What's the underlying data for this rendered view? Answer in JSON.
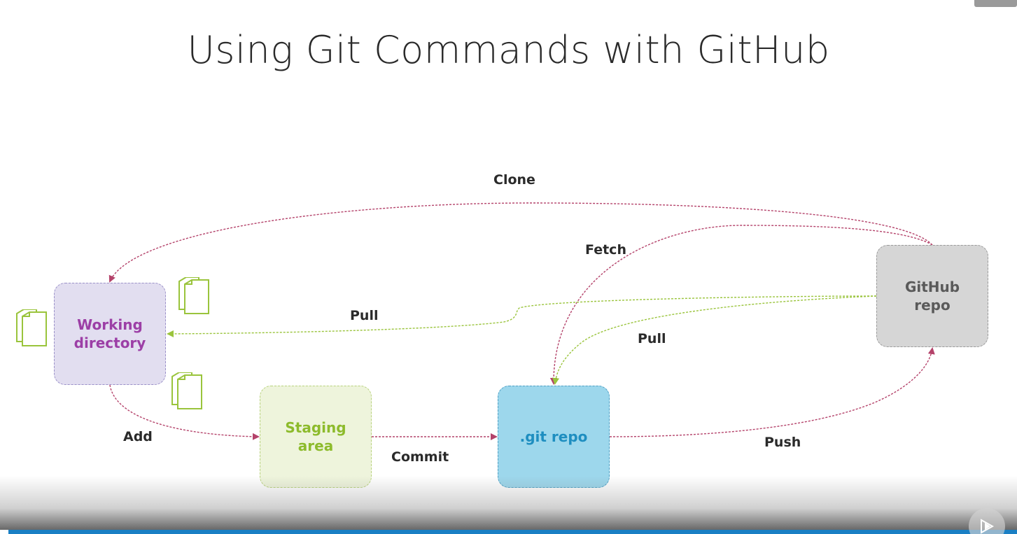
{
  "slide": {
    "title": "Using Git Commands with GitHub"
  },
  "nodes": {
    "working_directory": "Working directory",
    "staging_area": "Staging area",
    "git_repo": ".git repo",
    "github_repo": "GitHub repo"
  },
  "edges": {
    "clone": "Clone",
    "fetch": "Fetch",
    "pull_to_working": "Pull",
    "pull_to_repo": "Pull",
    "add": "Add",
    "commit": "Commit",
    "push": "Push"
  },
  "colors": {
    "working_directory_fill": "#e2def0",
    "working_directory_text": "#9c3fa6",
    "staging_area_fill": "#eef4dc",
    "staging_area_text": "#8dbb2c",
    "git_repo_fill": "#9dd7ec",
    "git_repo_text": "#1e8ec0",
    "github_repo_fill": "#d6d6d6",
    "github_repo_text": "#5a5a5a",
    "local_arrow": "#b4426a",
    "pull_arrow": "#9ac43c",
    "progress": "#1a7fc4"
  },
  "icons": {
    "file_stack": "file-stack-icon",
    "player": "play-icon"
  }
}
